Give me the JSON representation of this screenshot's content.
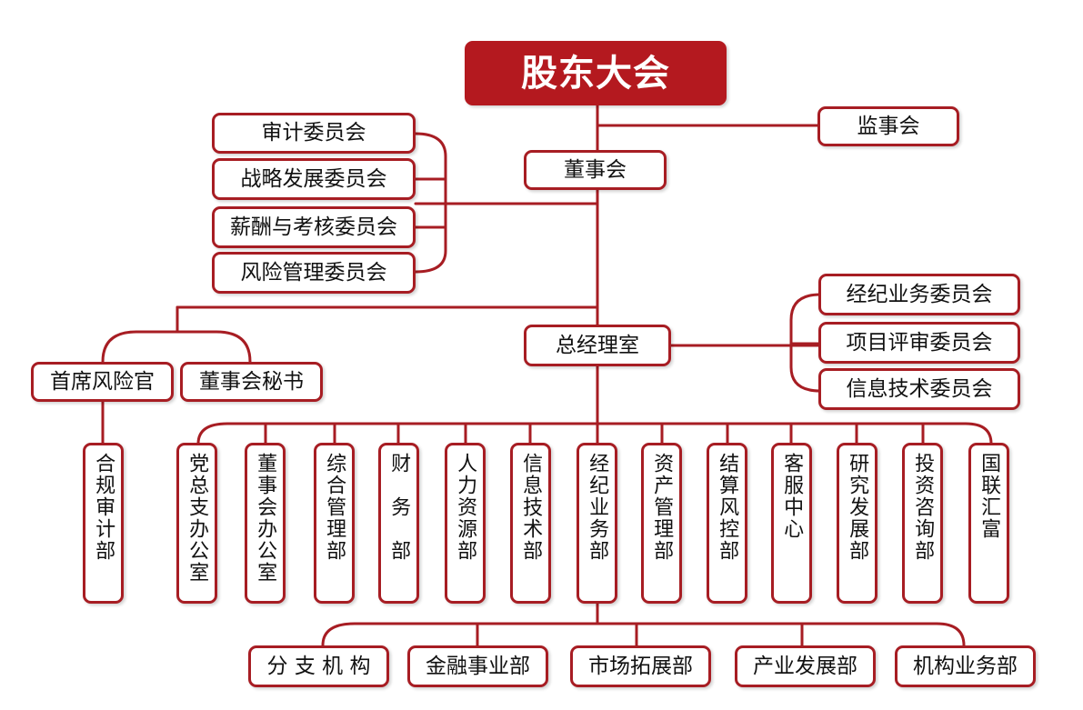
{
  "top": "股东大会",
  "supervisors": "监事会",
  "board": "董事会",
  "board_committees": [
    "审计委员会",
    "战略发展委员会",
    "薪酬与考核委员会",
    "风险管理委员会"
  ],
  "cro": "首席风险官",
  "secretary": "董事会秘书",
  "compliance": "合规审计部",
  "gm_office": "总经理室",
  "gm_committees": [
    "经纪业务委员会",
    "项目评审委员会",
    "信息技术委员会"
  ],
  "departments": [
    "党总支办公室",
    "董事会办公室",
    "综合管理部",
    "财　务　部",
    "人力资源部",
    "信息技术部",
    "经纪业务部",
    "资产管理部",
    "结算风控部",
    "客服中心",
    "研究发展部",
    "投资咨询部",
    "国联汇富"
  ],
  "brokerage_units": [
    "分 支 机 构",
    "金融事业部",
    "市场拓展部",
    "产业发展部",
    "机构业务部"
  ],
  "colors": {
    "primary": "#b4191f",
    "border": "#a71d23"
  }
}
